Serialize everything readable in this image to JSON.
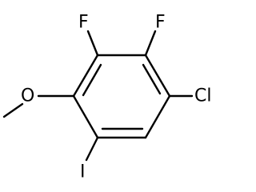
{
  "molecule": {
    "atoms": {
      "f_left": "F",
      "f_right": "F",
      "cl": "Cl",
      "o": "O",
      "i": "I"
    }
  }
}
